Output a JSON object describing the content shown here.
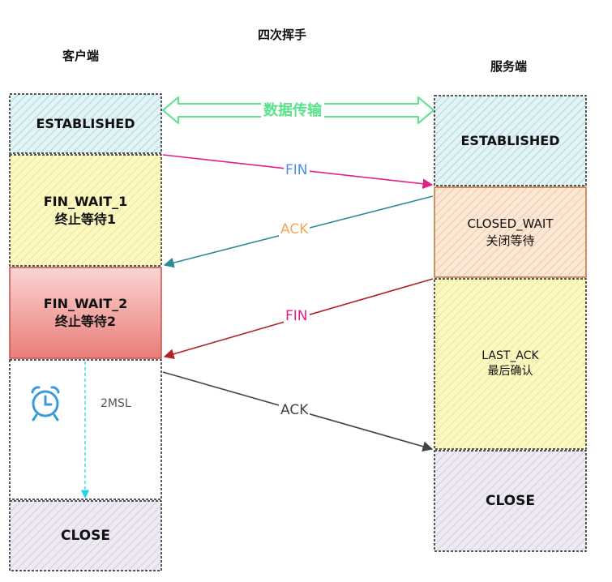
{
  "title": "四次挥手",
  "client": {
    "label": "客户端",
    "states": [
      {
        "line1": "ESTABLISHED",
        "line2": ""
      },
      {
        "line1": "FIN_WAIT_1",
        "line2": "终止等待1"
      },
      {
        "line1": "FIN_WAIT_2",
        "line2": "终止等待2"
      },
      {
        "line1": "CLOSE",
        "line2": ""
      }
    ],
    "timer_label": "2MSL"
  },
  "server": {
    "label": "服务端",
    "states": [
      {
        "line1": "ESTABLISHED",
        "line2": ""
      },
      {
        "line1": "CLOSED_WAIT",
        "line2": "关闭等待"
      },
      {
        "line1": "LAST_ACK",
        "line2": "最后确认"
      },
      {
        "line1": "CLOSE",
        "line2": ""
      }
    ]
  },
  "transfer_label": "数据传输",
  "messages": [
    {
      "label": "FIN",
      "color": "#e0218a",
      "label_color": "#4a90e2"
    },
    {
      "label": "ACK",
      "color": "#2a8a9a",
      "label_color": "#f5a65b"
    },
    {
      "label": "FIN",
      "color": "#b22222",
      "label_color": "#e0218a"
    },
    {
      "label": "ACK",
      "color": "#444444",
      "label_color": "#444444"
    }
  ],
  "colors": {
    "established": "#d6eef2",
    "fin_wait_1": "#fbf6b0",
    "fin_wait_2": "#f08b87",
    "close": "#e6e0ee",
    "closed_wait": "#f8ddc6",
    "last_ack": "#fbf7a8",
    "transfer": "#59e28a"
  }
}
